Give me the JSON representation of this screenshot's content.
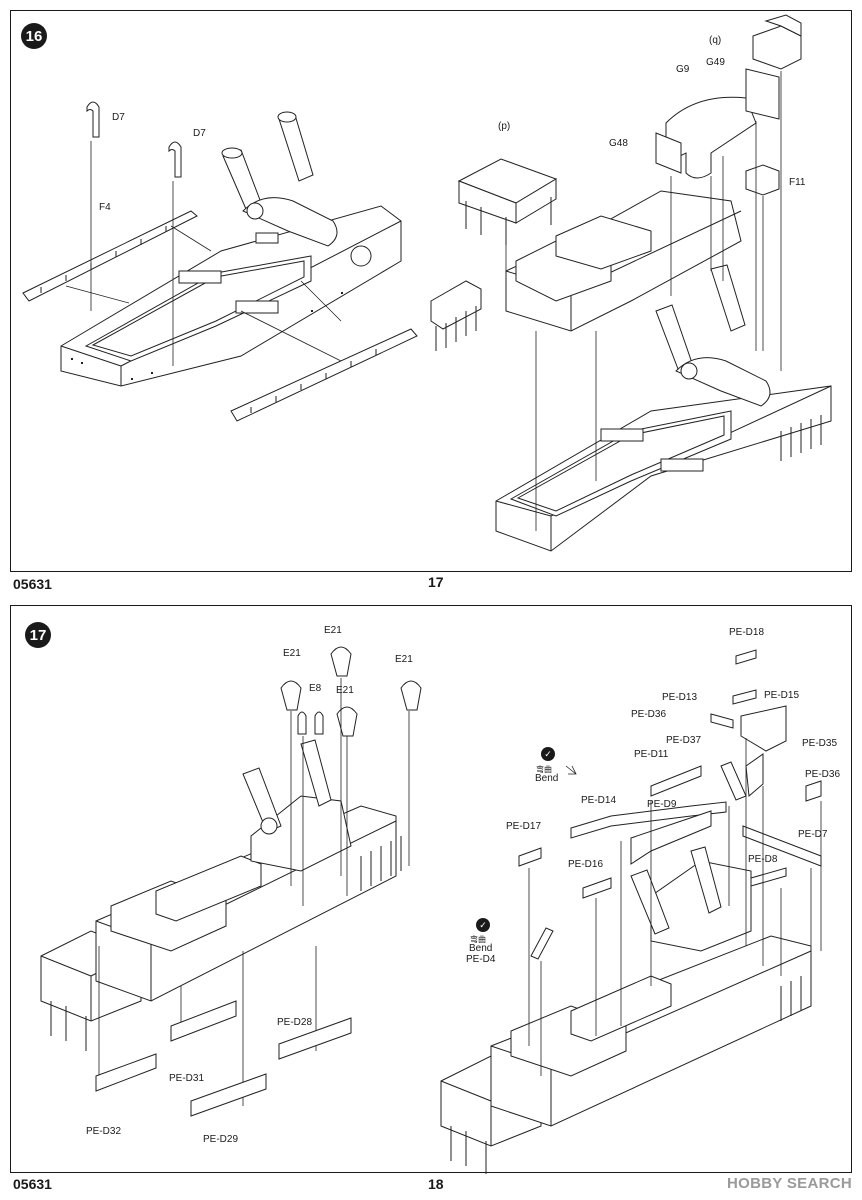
{
  "step16": {
    "number": "16",
    "labels": {
      "d7_a": "D7",
      "d7_b": "D7",
      "f4": "F4",
      "p": "(p)",
      "q": "(q)",
      "g9": "G9",
      "g49": "G49",
      "g48": "G48",
      "f11": "F11"
    }
  },
  "footer1": {
    "code": "05631",
    "page": "17"
  },
  "step17": {
    "number": "17",
    "labels": {
      "e21_a": "E21",
      "e21_b": "E21",
      "e21_c": "E21",
      "e21_d": "E21",
      "e8": "E8",
      "pe_d32": "PE-D32",
      "pe_d31": "PE-D31",
      "pe_d29": "PE-D29",
      "pe_d28": "PE-D28",
      "pe_d18": "PE-D18",
      "pe_d13": "PE-D13",
      "pe_d15": "PE-D15",
      "pe_d36_a": "PE-D36",
      "pe_d36_b": "PE-D36",
      "pe_d37": "PE-D37",
      "pe_d35": "PE-D35",
      "pe_d11": "PE-D11",
      "pe_d14": "PE-D14",
      "pe_d9": "PE-D9",
      "pe_d7": "PE-D7",
      "pe_d17": "PE-D17",
      "pe_d16": "PE-D16",
      "pe_d8": "PE-D8",
      "pe_d4": "PE-D4"
    },
    "bend": {
      "cn": "弯曲",
      "en": "Bend"
    }
  },
  "footer2": {
    "code": "05631",
    "page": "18"
  },
  "watermark": "HOBBY SEARCH",
  "icons": [
    "check-icon"
  ]
}
